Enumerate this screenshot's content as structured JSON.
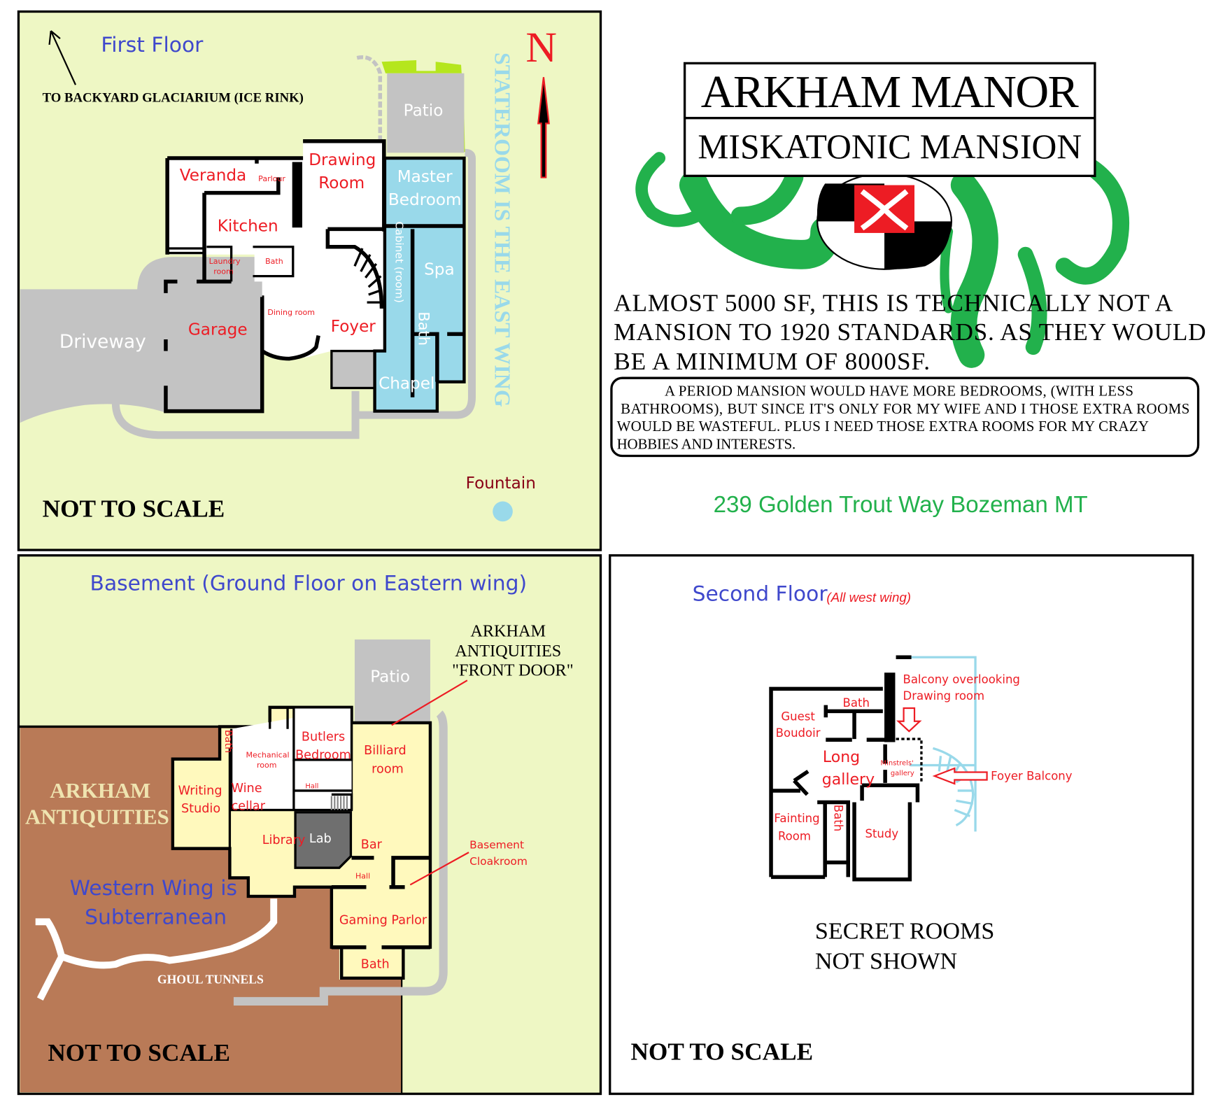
{
  "first_floor": {
    "title": "First Floor",
    "backyard_note": "TO BACKYARD GLACIARIUM (ICE RINK)",
    "north": "N",
    "east_wing_label": "STATEROOM IS THE EAST WING",
    "not_to_scale": "NOT TO SCALE",
    "rooms": {
      "patio": "Patio",
      "veranda": "Veranda",
      "parlour": "Parlour",
      "drawing_1": "Drawing",
      "drawing_2": "Room",
      "master_1": "Master",
      "master_2": "Bedroom",
      "kitchen": "Kitchen",
      "laundry_1": "Laundry",
      "laundry_2": "room",
      "bath": "Bath",
      "cabinet": "Cabinet (room)",
      "spa": "Spa",
      "bath_east": "Bath",
      "dining": "Dining room",
      "foyer": "Foyer",
      "garage": "Garage",
      "driveway": "Driveway",
      "chapel": "Chapel",
      "fountain": "Fountain"
    }
  },
  "header": {
    "title": "ARKHAM MANOR",
    "subtitle": "MISKATONIC MANSION",
    "intro_lines": [
      "ALMOST 5000 SF, THIS IS TECHNICALLY NOT A",
      "MANSION TO 1920 STANDARDS. AS THEY WOULD",
      "BE A MINIMUM OF 8000SF."
    ],
    "note_lines": [
      "A PERIOD MANSION WOULD HAVE MORE BEDROOMS, (WITH LESS",
      "BATHROOMS), BUT SINCE IT'S ONLY FOR MY WIFE AND I THOSE EXTRA ROOMS",
      "WOULD BE WASTEFUL. PLUS I NEED THOSE EXTRA ROOMS FOR MY CRAZY",
      "HOBBIES AND INTERESTS."
    ],
    "address": "239 Golden Trout Way Bozeman MT",
    "colors": {
      "address": "#22b14c",
      "tentacle": "#22b14c",
      "cross": "#ed1c24"
    }
  },
  "basement": {
    "title": "Basement (Ground Floor on Eastern wing)",
    "front_door_lines": [
      "ARKHAM",
      "ANTIQUITIES",
      "\"FRONT DOOR\""
    ],
    "business_lines": [
      "ARKHAM",
      "ANTIQUITIES"
    ],
    "western_lines": [
      "Western Wing is",
      "Subterranean"
    ],
    "tunnels": "GHOUL TUNNELS",
    "cloak_lines": [
      "Basement",
      "Cloakroom"
    ],
    "not_to_scale": "NOT TO SCALE",
    "rooms": {
      "patio": "Patio",
      "bath_top": "Bath",
      "mech_1": "Mechanical",
      "mech_2": "room",
      "butlers_1": "Butlers",
      "butlers_2": "Bedroom",
      "billiard_1": "Billiard",
      "billiard_2": "room",
      "writing_1": "Writing",
      "writing_2": "Studio",
      "wine_1": "Wine",
      "wine_2": "cellar",
      "hall_top": "Hall",
      "library": "Library",
      "lab": "Lab",
      "bar": "Bar",
      "hall_low": "Hall",
      "gaming": "Gaming Parlor",
      "bath_low": "Bath"
    }
  },
  "second_floor": {
    "title": "Second Floor",
    "subtitle": "(All west wing)",
    "rooms": {
      "balcony_1": "Balcony overlooking",
      "balcony_2": "Drawing room",
      "bath": "Bath",
      "guest_1": "Guest",
      "guest_2": "Boudoir",
      "long_1": "Long",
      "long_2": "gallery",
      "minstrels_1": "Minstrels'",
      "minstrels_2": "gallery",
      "foyer_balcony": "Foyer Balcony",
      "fainting_1": "Fainting",
      "fainting_2": "Room",
      "bath_2": "Bath",
      "study": "Study"
    },
    "secret_lines": [
      "SECRET ROOMS",
      "NOT SHOWN"
    ],
    "not_to_scale": "NOT TO SCALE"
  }
}
